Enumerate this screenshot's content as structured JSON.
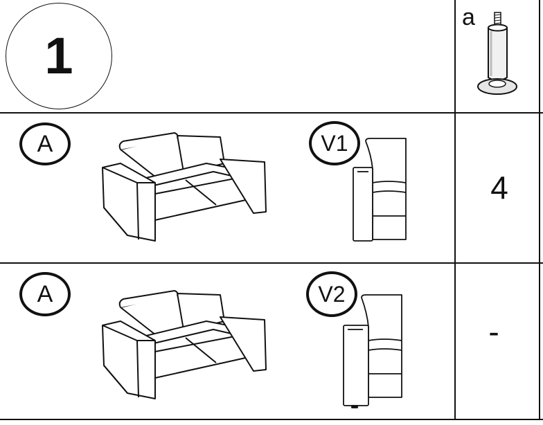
{
  "step": {
    "number": "1"
  },
  "part": {
    "letter": "a",
    "icon": "leg-foot-icon"
  },
  "rows": [
    {
      "item_label": "A",
      "variant_label": "V1",
      "quantity": "4",
      "sofa_icon": "two-seat-sofa-icon",
      "variant_icon": "sofa-side-profile-v1-icon"
    },
    {
      "item_label": "A",
      "variant_label": "V2",
      "quantity": "-",
      "sofa_icon": "two-seat-sofa-icon",
      "variant_icon": "sofa-side-profile-v2-icon"
    }
  ]
}
